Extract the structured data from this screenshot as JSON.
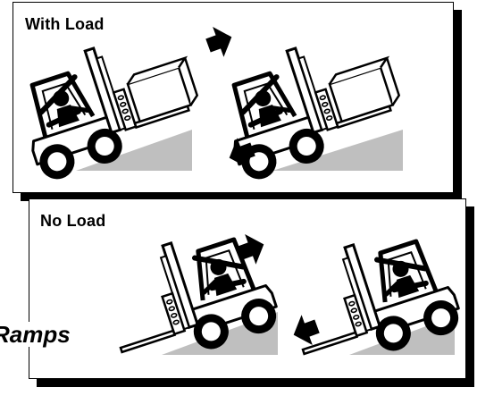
{
  "panels": {
    "with_load": {
      "title": "With Load"
    },
    "no_load": {
      "title": "No Load"
    }
  },
  "side_text": "Ramps",
  "icons": {
    "forward_arrow": "right-arrow-icon",
    "backward_arrow": "left-arrow-icon",
    "forklift": "forklift-icon"
  },
  "colors": {
    "ramp": "#bfbfbf",
    "ink": "#000000",
    "background": "#ffffff"
  }
}
